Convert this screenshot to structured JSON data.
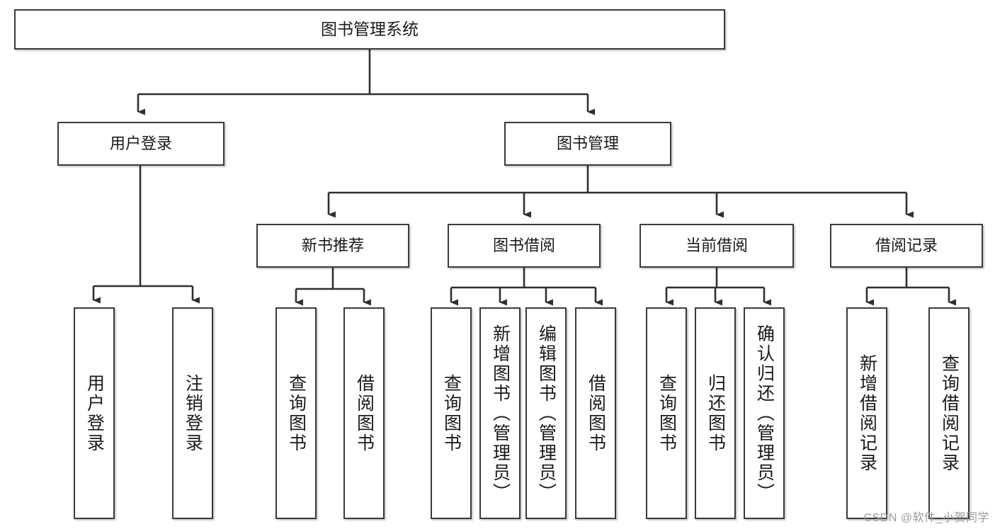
{
  "diagram": {
    "title": "图书管理系统",
    "type": "tree-hierarchy-chart",
    "root": {
      "label": "图书管理系统"
    },
    "level1": [
      {
        "label": "用户登录"
      },
      {
        "label": "图书管理"
      }
    ],
    "level2": [
      {
        "label": "新书推荐"
      },
      {
        "label": "图书借阅"
      },
      {
        "label": "当前借阅"
      },
      {
        "label": "借阅记录"
      }
    ],
    "leaves": {
      "user_login": [
        {
          "label": "用户登录"
        },
        {
          "label": "注销登录"
        }
      ],
      "new_book_recommend": [
        {
          "label": "查询图书"
        },
        {
          "label": "借阅图书"
        }
      ],
      "book_borrow": [
        {
          "label": "查询图书"
        },
        {
          "label": "新增图书（管理员）"
        },
        {
          "label": "编辑图书（管理员）"
        },
        {
          "label": "借阅图书"
        }
      ],
      "current_borrow": [
        {
          "label": "查询图书"
        },
        {
          "label": "归还图书"
        },
        {
          "label": "确认归还（管理员）"
        }
      ],
      "borrow_record": [
        {
          "label": "新增借阅记录"
        },
        {
          "label": "查询借阅记录"
        }
      ]
    }
  },
  "watermark": {
    "text": "CSDN @软件_小贺同学"
  },
  "colors": {
    "box_border": "#3a3a3a",
    "box_fill": "#ffffff",
    "wire": "#2f2f2f",
    "text": "#1a1a1a",
    "watermark": "#9a9a9a"
  }
}
